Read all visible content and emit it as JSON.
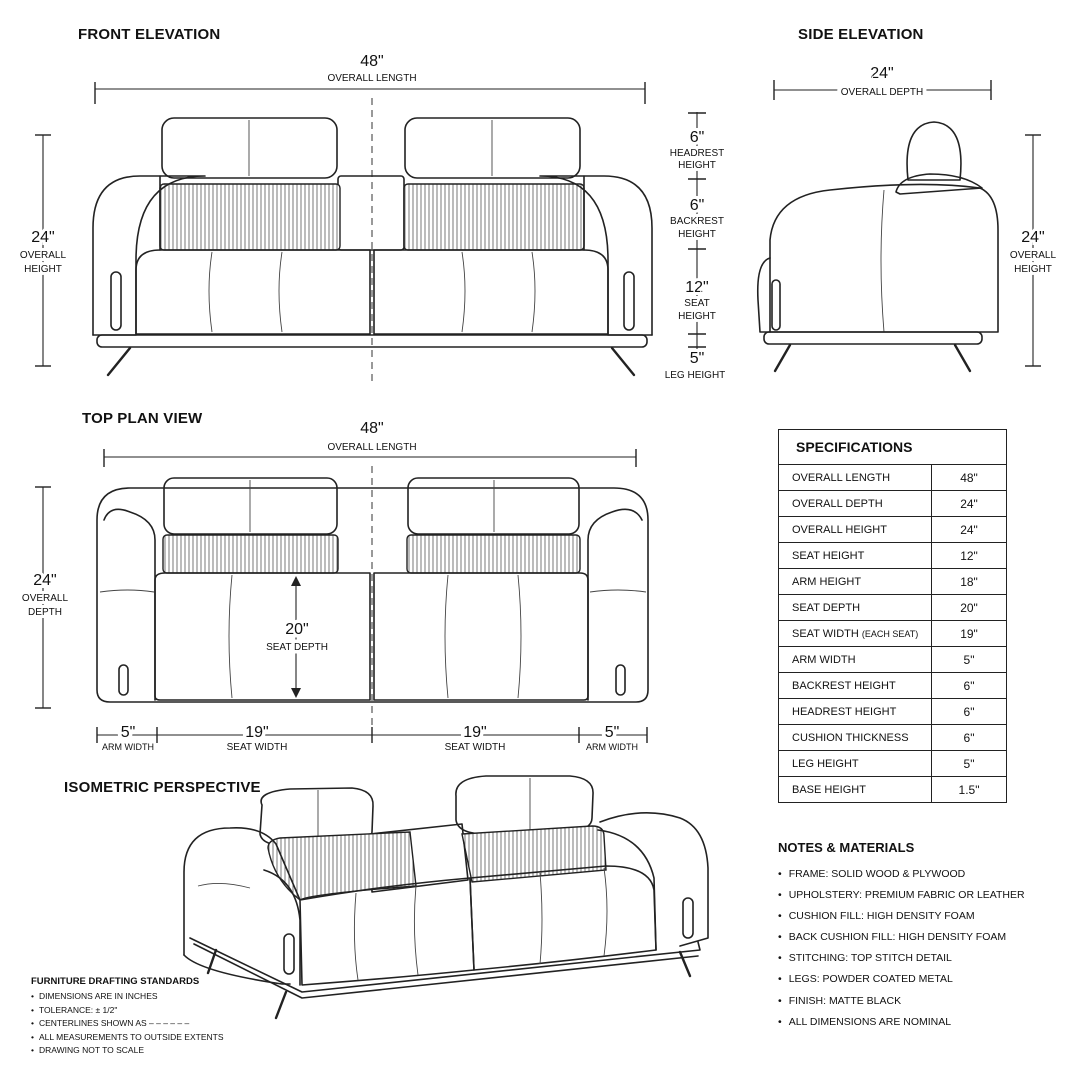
{
  "views": {
    "front_title": "FRONT ELEVATION",
    "side_title": "SIDE ELEVATION",
    "top_title": "TOP PLAN VIEW",
    "iso_title": "ISOMETRIC PERSPECTIVE"
  },
  "front": {
    "length_value": "48\"",
    "length_label": "OVERALL LENGTH",
    "height_value": "24\"",
    "height_label_1": "OVERALL",
    "height_label_2": "HEIGHT",
    "headrest_value": "6\"",
    "headrest_label_1": "HEADREST",
    "headrest_label_2": "HEIGHT",
    "backrest_value": "6\"",
    "backrest_label_1": "BACKREST",
    "backrest_label_2": "HEIGHT",
    "seat_value": "12\"",
    "seat_label_1": "SEAT",
    "seat_label_2": "HEIGHT",
    "leg_value": "5\"",
    "leg_label": "LEG HEIGHT"
  },
  "side": {
    "depth_value": "24\"",
    "depth_label": "OVERALL DEPTH",
    "height_value": "24\"",
    "height_label_1": "OVERALL",
    "height_label_2": "HEIGHT"
  },
  "top": {
    "length_value": "48\"",
    "length_label": "OVERALL LENGTH",
    "depth_value": "24\"",
    "depth_label_1": "OVERALL",
    "depth_label_2": "DEPTH",
    "seat_depth_value": "20\"",
    "seat_depth_label": "SEAT DEPTH",
    "arm_left_value": "5\"",
    "arm_left_label": "ARM WIDTH",
    "seat_left_value": "19\"",
    "seat_left_label": "SEAT WIDTH",
    "seat_right_value": "19\"",
    "seat_right_label": "SEAT WIDTH",
    "arm_right_value": "5\"",
    "arm_right_label": "ARM WIDTH"
  },
  "specs": {
    "title": "SPECIFICATIONS",
    "rows": [
      {
        "label": "OVERALL LENGTH",
        "note": "",
        "value": "48\""
      },
      {
        "label": "OVERALL DEPTH",
        "note": "",
        "value": "24\""
      },
      {
        "label": "OVERALL HEIGHT",
        "note": "",
        "value": "24\""
      },
      {
        "label": "SEAT HEIGHT",
        "note": "",
        "value": "12\""
      },
      {
        "label": "ARM HEIGHT",
        "note": "",
        "value": "18\""
      },
      {
        "label": "SEAT DEPTH",
        "note": "",
        "value": "20\""
      },
      {
        "label": "SEAT WIDTH",
        "note": "(EACH SEAT)",
        "value": "19\""
      },
      {
        "label": "ARM WIDTH",
        "note": "",
        "value": "5\""
      },
      {
        "label": "BACKREST HEIGHT",
        "note": "",
        "value": "6\""
      },
      {
        "label": "HEADREST HEIGHT",
        "note": "",
        "value": "6\""
      },
      {
        "label": "CUSHION THICKNESS",
        "note": "",
        "value": "6\""
      },
      {
        "label": "LEG HEIGHT",
        "note": "",
        "value": "5\""
      },
      {
        "label": "BASE HEIGHT",
        "note": "",
        "value": "1.5\""
      }
    ]
  },
  "notes": {
    "title": "NOTES & MATERIALS",
    "items": [
      "FRAME: SOLID WOOD & PLYWOOD",
      "UPHOLSTERY: PREMIUM FABRIC OR LEATHER",
      "CUSHION FILL: HIGH DENSITY FOAM",
      "BACK CUSHION FILL: HIGH DENSITY FOAM",
      "STITCHING: TOP STITCH DETAIL",
      "LEGS: POWDER COATED METAL",
      "FINISH: MATTE BLACK",
      "ALL DIMENSIONS ARE NOMINAL"
    ]
  },
  "standards": {
    "title": "FURNITURE DRAFTING STANDARDS",
    "items": [
      "DIMENSIONS ARE IN INCHES",
      "TOLERANCE: ± 1/2\"",
      "CENTERLINES SHOWN AS – – – – – –",
      "ALL MEASUREMENTS TO OUTSIDE EXTENTS",
      "DRAWING NOT TO SCALE"
    ]
  }
}
